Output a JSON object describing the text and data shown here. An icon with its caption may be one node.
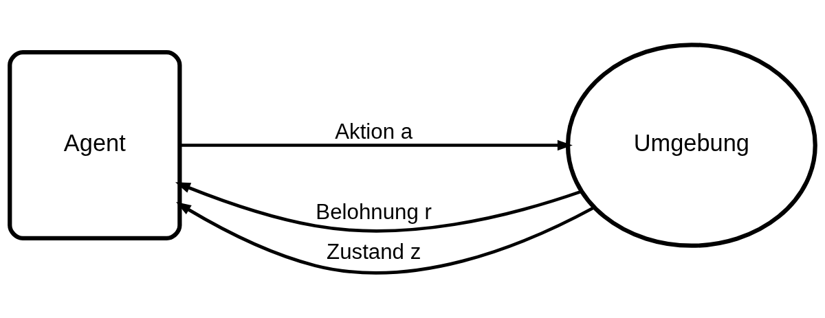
{
  "diagram": {
    "nodes": [
      {
        "text": [
          "Agent"
        ]
      },
      {
        "text": [
          "Umgebung"
        ]
      }
    ],
    "edges": [
      {
        "from": 1,
        "to": 0,
        "arrow": "to",
        "label": "Belohnung r"
      },
      {
        "from": 1,
        "to": 0,
        "arrow": "to",
        "label": "Zustand z"
      },
      {
        "from": 0,
        "to": 1,
        "arrow": "to",
        "label": "Aktion a"
      }
    ]
  }
}
